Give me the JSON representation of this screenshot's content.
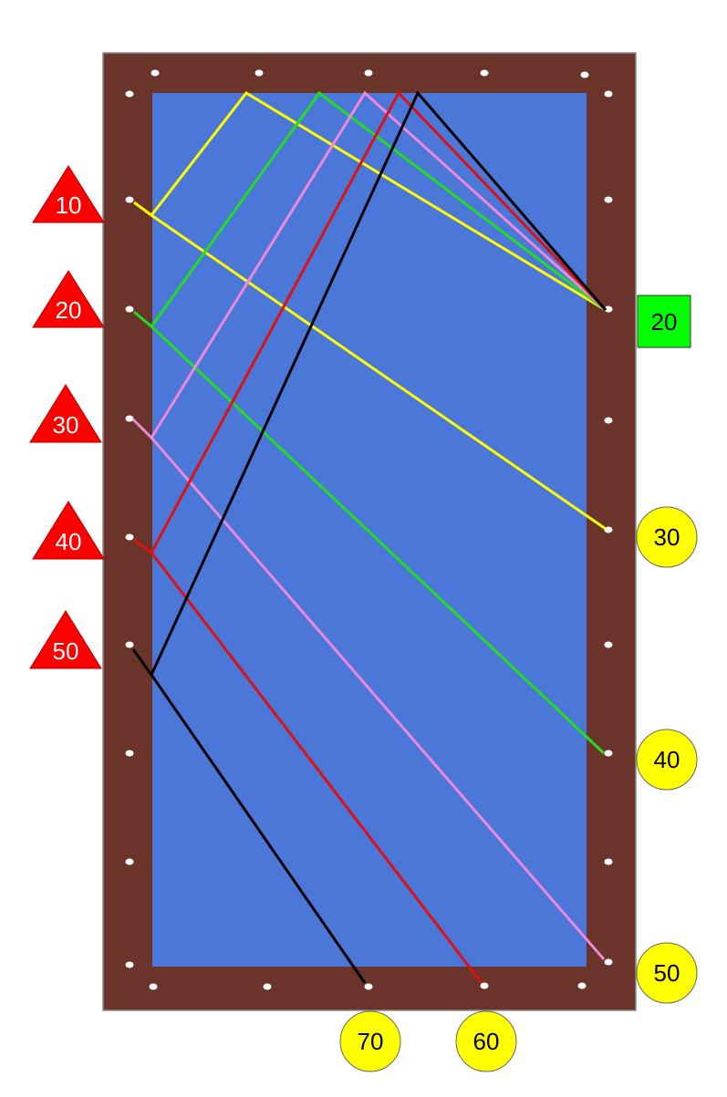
{
  "colors": {
    "rail": "#6b342b",
    "cloth": "#4b77d8",
    "diamond": "#ffffff",
    "triangle": "#ff0000",
    "circle": "#ffff00",
    "square": "#00ff00"
  },
  "left_markers": [
    "10",
    "20",
    "30",
    "40",
    "50"
  ],
  "start_marker": "20",
  "right_markers": [
    "30",
    "40",
    "50"
  ],
  "bottom_markers": [
    "70",
    "60"
  ],
  "paths": [
    {
      "color": "#ffff00",
      "icon": "yellow-path"
    },
    {
      "color": "#22dd22",
      "icon": "green-path"
    },
    {
      "color": "#ee88dd",
      "icon": "pink-path"
    },
    {
      "color": "#dd1111",
      "icon": "red-path"
    },
    {
      "color": "#000000",
      "icon": "black-path"
    }
  ]
}
